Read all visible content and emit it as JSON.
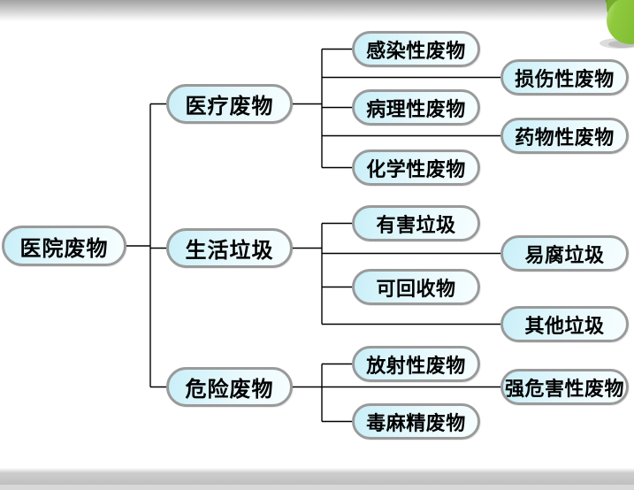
{
  "diagram": {
    "title_hint": "hospital waste classification tree",
    "root": {
      "label": "医院废物"
    },
    "branches": [
      {
        "label": "医疗废物",
        "children": [
          {
            "label": "感染性废物"
          },
          {
            "label": "损伤性废物"
          },
          {
            "label": "病理性废物"
          },
          {
            "label": "药物性废物"
          },
          {
            "label": "化学性废物"
          }
        ]
      },
      {
        "label": "生活垃圾",
        "children": [
          {
            "label": "有害垃圾"
          },
          {
            "label": "易腐垃圾"
          },
          {
            "label": "可回收物"
          },
          {
            "label": "其他垃圾"
          }
        ]
      },
      {
        "label": "危险废物",
        "children": [
          {
            "label": "放射性废物"
          },
          {
            "label": "强危害性废物"
          },
          {
            "label": "毒麻精废物"
          }
        ]
      }
    ],
    "colors": {
      "node_fill_light": "#f7feff",
      "node_fill_cyan": "#c9eff8",
      "node_border": "#9a9a9a",
      "connector": "#000000",
      "deco_green_top": "#5d9426",
      "deco_green_mid": "#79b232",
      "deco_green_bottom": "#8fca3e",
      "edge_gray": "#bfbfbf"
    }
  }
}
